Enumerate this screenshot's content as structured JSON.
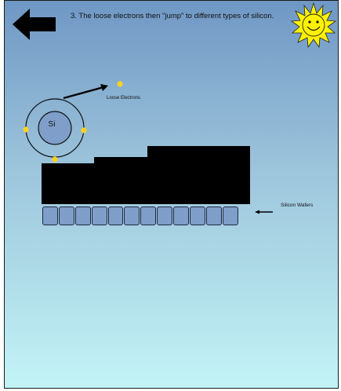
{
  "slide": {
    "step_text": "3. The loose electrons then \"jump\" to different types of silicon.",
    "back_icon": "left-arrow-icon",
    "sun_icon": "smiling-sun-icon"
  },
  "diagram": {
    "atom_symbol": "Si",
    "loose_electrons_label": "Loose Electrons",
    "wafer_label": "Silicon Wafers",
    "wafer_count": 12,
    "colors": {
      "electron": "#ffd21f",
      "atom_fill": "#7f9ec9",
      "wafer_fill": "#7f9ec9",
      "background_top": "#6f97c4",
      "background_bottom": "#c2f4f6",
      "sun": "#fff200"
    }
  }
}
